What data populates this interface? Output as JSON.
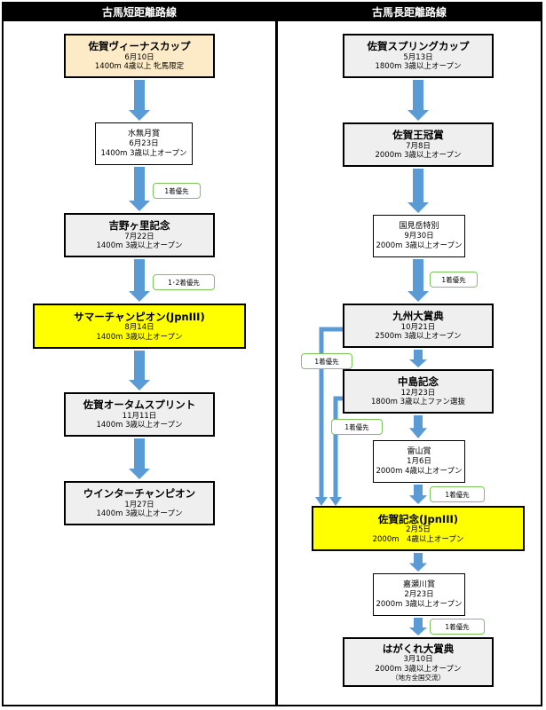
{
  "short": {
    "header": "古馬短距離路線",
    "races": [
      {
        "name": "佐賀ヴィーナスカップ",
        "date": "6月10日",
        "cond": "1400m 4歳以上 牝馬限定"
      },
      {
        "name": "水無月賞",
        "date": "6月23日",
        "cond": "1400m 3歳以上オープン"
      },
      {
        "name": "吉野ヶ里記念",
        "date": "7月22日",
        "cond": "1400m 3歳以上オープン"
      },
      {
        "name": "サマーチャンピオン(JpnIII)",
        "date": "8月14日",
        "cond": "1400m 3歳以上オープン"
      },
      {
        "name": "佐賀オータムスプリント",
        "date": "11月11日",
        "cond": "1400m 3歳以上オープン"
      },
      {
        "name": "ウインターチャンピオン",
        "date": "1月27日",
        "cond": "1400m 3歳以上オープン"
      }
    ],
    "tags": [
      "1着優先",
      "1･2着優先"
    ]
  },
  "long": {
    "header": "古馬長距離路線",
    "races": [
      {
        "name": "佐賀スプリングカップ",
        "date": "5月13日",
        "cond": "1800m 3歳以上オープン"
      },
      {
        "name": "佐賀王冠賞",
        "date": "7月8日",
        "cond": "2000m 3歳以上オープン"
      },
      {
        "name": "国見岳特別",
        "date": "9月30日",
        "cond": "2000m 3歳以上オープン"
      },
      {
        "name": "九州大賞典",
        "date": "10月21日",
        "cond": "2500m 3歳以上オープン"
      },
      {
        "name": "中島記念",
        "date": "12月23日",
        "cond": "1800m 3歳以上ファン選抜"
      },
      {
        "name": "雷山賞",
        "date": "1月6日",
        "cond": "2000m 4歳以上オープン"
      },
      {
        "name": "佐賀記念(JpnIII)",
        "date": "2月5日",
        "cond": "2000m　4歳以上オープン"
      },
      {
        "name": "嘉瀬川賞",
        "date": "2月23日",
        "cond": "2000m 3歳以上オープン"
      },
      {
        "name": "はがくれ大賞典",
        "date": "3月10日",
        "cond": "2000m 3歳以上オープン",
        "extra": "（地方全国交流）"
      }
    ],
    "tags": [
      "1着優先",
      "1着優先",
      "1着優先",
      "1着優先",
      "1着優先"
    ]
  },
  "colors": {
    "arrow": "#5b9bd5",
    "tag_border": "#7dc35c",
    "highlight": "#ffff00",
    "cream": "#fcebc6",
    "grey_box": "#efefef"
  }
}
